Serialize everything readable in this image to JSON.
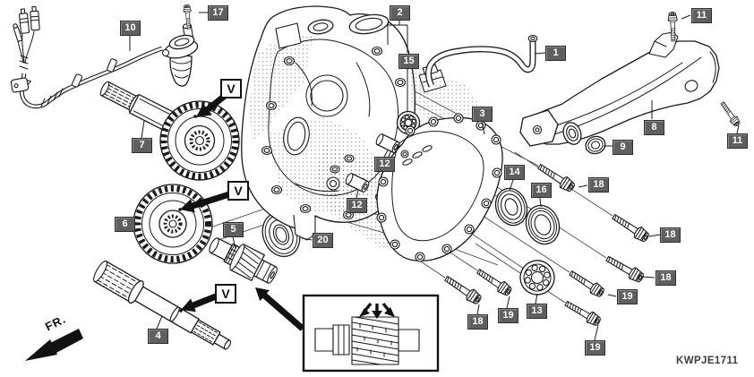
{
  "diagram": {
    "code": "KWPJE1711",
    "front_label": "FR.",
    "view_label": "V"
  },
  "callouts": {
    "1": "1",
    "2": "2",
    "3": "3",
    "4": "4",
    "5": "5",
    "6": "6",
    "7": "7",
    "8": "8",
    "9": "9",
    "10": "10",
    "11": "11",
    "12": "12",
    "13": "13",
    "14": "14",
    "15": "15",
    "16": "16",
    "17": "17",
    "18": "18",
    "19": "19",
    "20": "20"
  }
}
